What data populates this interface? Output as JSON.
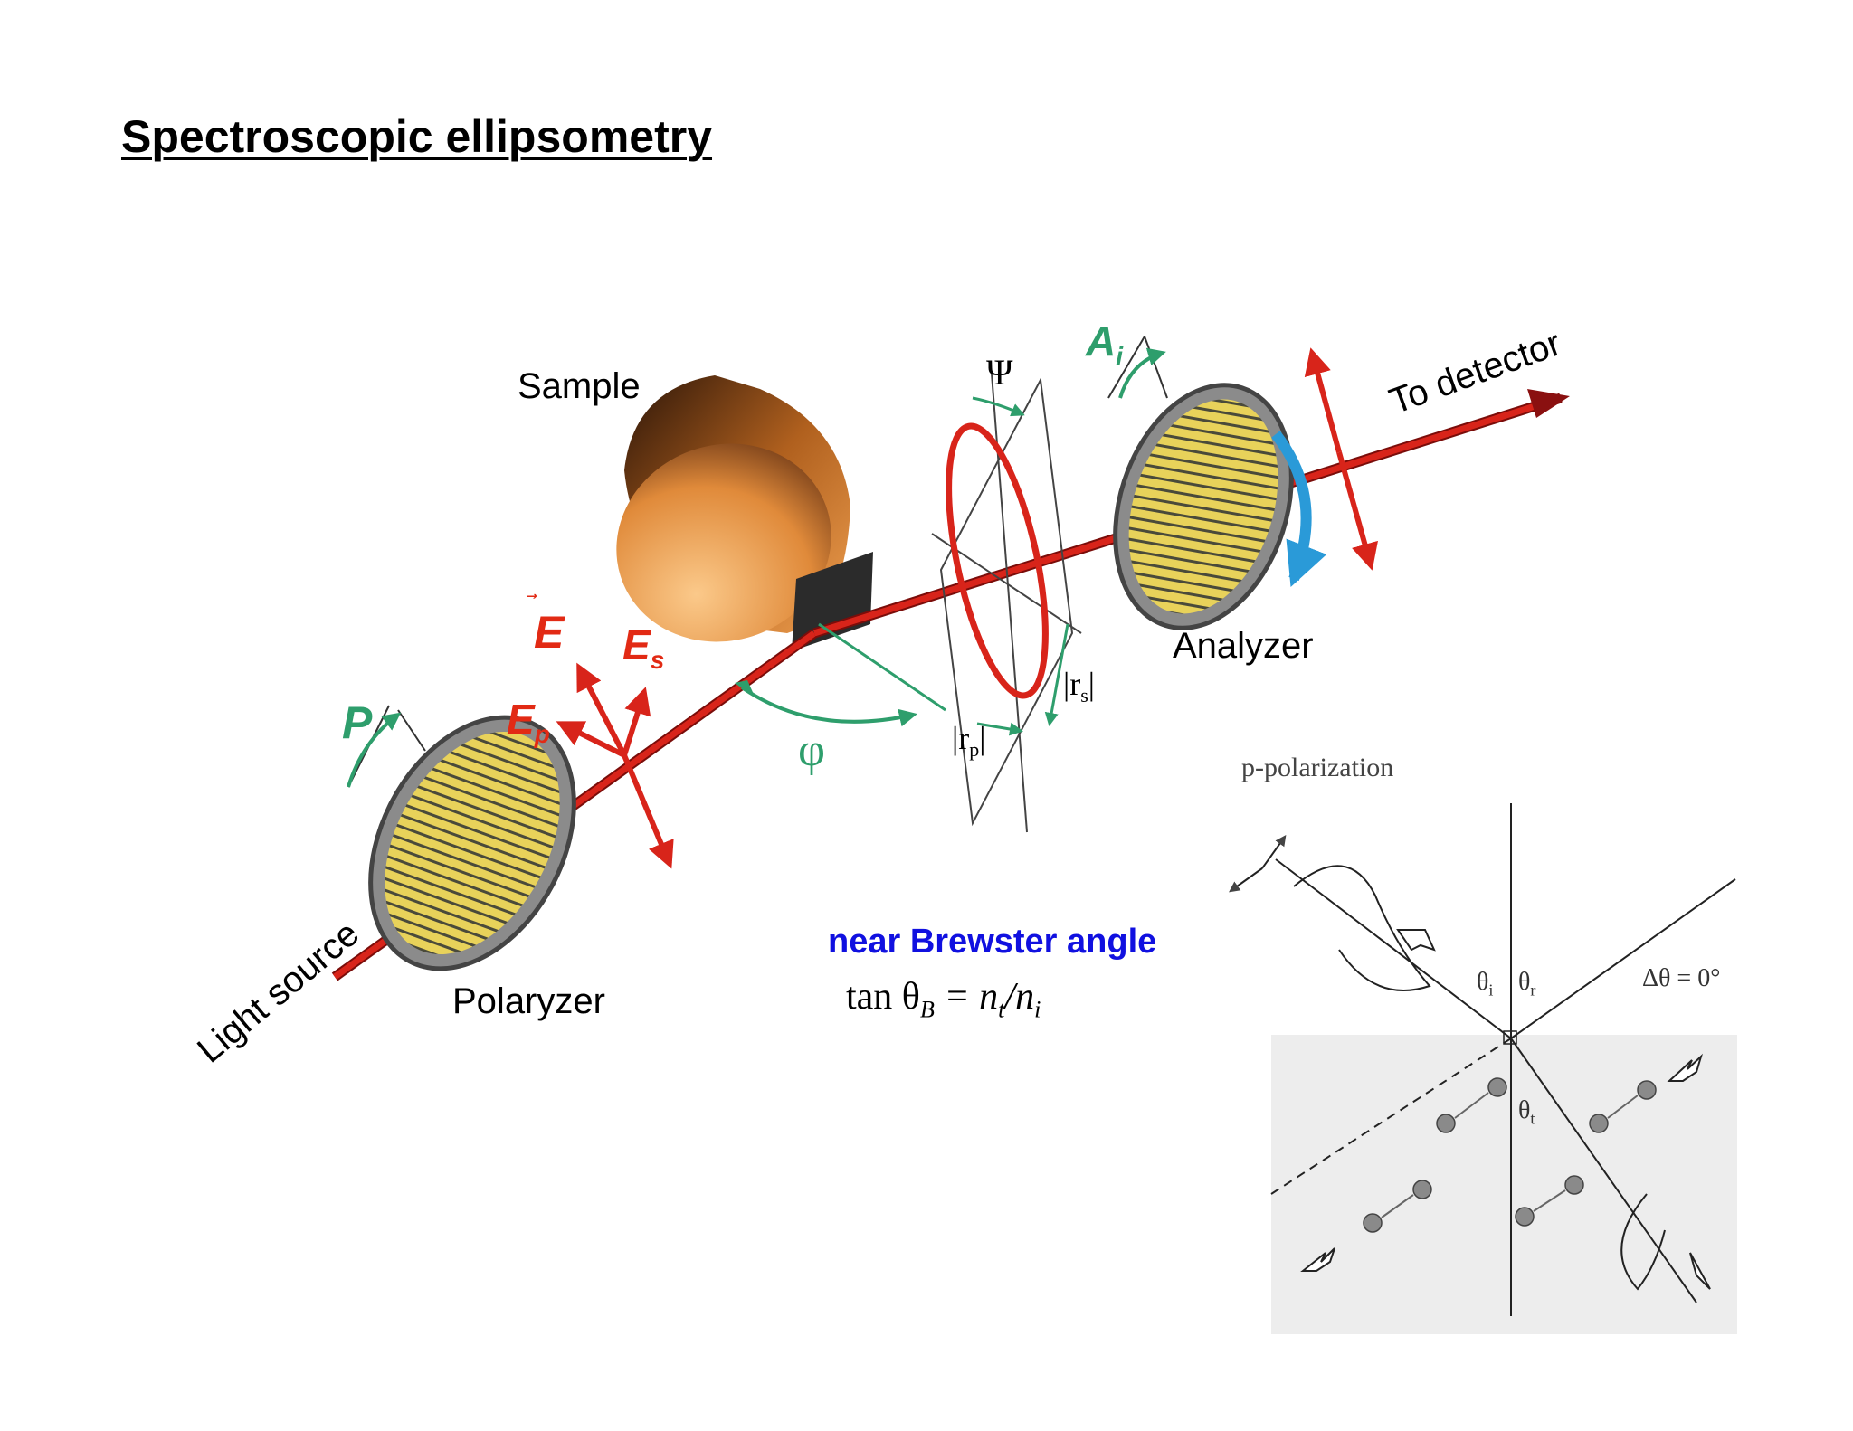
{
  "title": "Spectroscopic ellipsometry",
  "labels": {
    "sample": "Sample",
    "analyzer": "Analyzer",
    "polarizer": "Polaryzer",
    "light_source": "Light source",
    "to_detector": "To detector",
    "psi": "Ψ",
    "phi": "φ",
    "a_i": "A",
    "a_i_sub": "i",
    "p": "P",
    "e": "E",
    "e_s": "E",
    "e_s_sub": "s",
    "e_p": "E",
    "e_p_sub": "p",
    "r_s": "|r",
    "r_s_sub": "s",
    "r_s_end": "|",
    "r_p": "|r",
    "r_p_sub": "p",
    "r_p_end": "|"
  },
  "brewster": {
    "heading": "near Brewster angle",
    "formula_tan": "tan θ",
    "formula_sub_b": "B",
    "formula_eq": " = n",
    "formula_sub_t": "t",
    "formula_slash": "/n",
    "formula_sub_i": "i"
  },
  "inset": {
    "title": "p-polarization",
    "theta_i": "θ",
    "theta_i_sub": "i",
    "theta_r": "θ",
    "theta_r_sub": "r",
    "theta_t": "θ",
    "theta_t_sub": "t",
    "delta": "Δθ = 0°"
  },
  "colors": {
    "beam": "#d8241a",
    "green": "#2e9e6c",
    "blue_text": "#1010e0",
    "grating": "#e8d25a",
    "inset_bg": "#ededed"
  }
}
